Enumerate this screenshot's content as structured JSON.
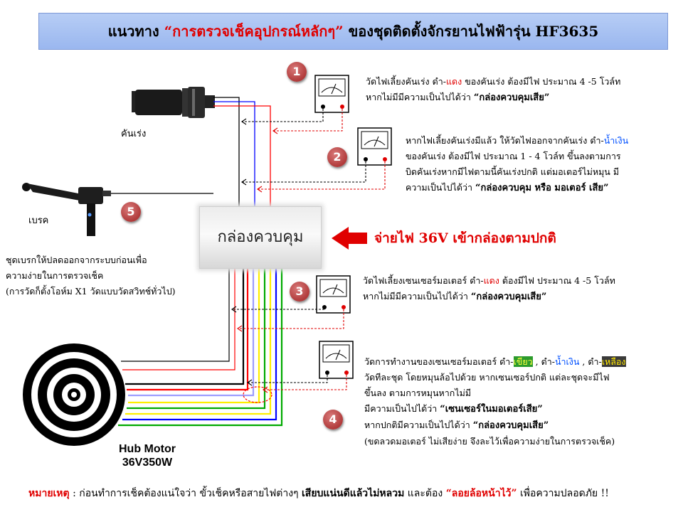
{
  "title": {
    "part1": "แนวทาง ",
    "highlight": "“การตรวจเช็คอุปกรณ์หลักๆ”",
    "part2": " ของชุดติดตั้งจักรยานไฟฟ้ารุ่น HF3635"
  },
  "components": {
    "throttle": "คันเร่ง",
    "brake": "เบรค",
    "controller": "กล่องควบคุม",
    "motor_line1": "Hub Motor",
    "motor_line2": "36V350W"
  },
  "supply_text": "จ่ายไฟ 36V เข้ากล่องตามปกติ",
  "steps": {
    "s1": {
      "num": "1",
      "line1a": "วัดไฟเลี้ยงคันเร่ง  ดำ-",
      "line1b": "แดง",
      "line1c": " ของคันเร่ง ต้องมีไฟ ประมาณ 4 -5 โวล์ท",
      "line2a": "หากไม่มีมีความเป็นไปได้ว่า  ",
      "line2b": "“กล่องควบคุมเสีย”"
    },
    "s2": {
      "num": "2",
      "line1a": "หากไฟเลี้ยงคันเร่งมีแล้ว ให้วัดไฟออกจากคันเร่ง  ดำ-",
      "line1b": "น้ำเงิน",
      "line2": "ของคันเร่ง ต้องมีไฟ ประมาณ 1 - 4 โวล์ท ขึ้นลงตามการ",
      "line3": "บิดคันเร่งหากมีไฟตามนี้คันเร่งปกติ แต่มอเตอร์ไม่หมุน มี",
      "line4a": "ความเป็นไปได้ว่า  ",
      "line4b": "“กล่องควบคุม หรือ มอเตอร์ เสีย”"
    },
    "s3": {
      "num": "3",
      "line1a": "วัดไฟเลี้ยงเซนเซอร์มอเตอร์ ดำ-",
      "line1b": "แดง",
      "line1c": " ต้องมีไฟ ประมาณ 4 -5 โวล์ท",
      "line2a": "หากไม่มีมีความเป็นไปได้ว่า  ",
      "line2b": "“กล่องควบคุมเสีย”"
    },
    "s4": {
      "num": "4",
      "line1a": "วัดการทำงานของเซนเซอร์มอเตอร์ ดำ-",
      "line1b": "เขียว",
      "line1c": " , ดำ-",
      "line1d": "น้ำเงิน",
      "line1e": " , ดำ-",
      "line1f": "เหลือง",
      "line2": "วัดทีละชุด โดยหมุนล้อไปด้วย หากเซนเซอร์ปกติ แต่ละชุดจะมีไฟ",
      "line3": "ขึ้นลง ตามการหมุนหากไม่มี",
      "line4a": "มีความเป็นไปได้ว่า   ",
      "line4b": "“เซนเซอร์ในมอเตอร์เสีย”",
      "line5a": "หากปกติมีความเป็นไปได้ว่า  ",
      "line5b": "“กล่องควบคุมเสีย”",
      "line6": "(ขดลวดมอเตอร์ ไม่เสียง่าย จึงละไว้เพื่อความง่ายในการตรวจเช็ค)"
    },
    "s5": {
      "num": "5",
      "line1": "ชุดเบรกให้ปลดออกจากระบบก่อนเพื่อ",
      "line2": "ความง่ายในการตรวจเช็ค",
      "line3": "(การวัดก็ตั้งโอห์ม X1  วัดแบบวัดสวิทช์ทั่วไป)"
    }
  },
  "note": {
    "label": "หมายเหตุ",
    "text1": " : ก่อนทำการเช็คต้องแน่ใจว่า ขั้วเช็คหรือสายไฟต่างๆ ",
    "emph1": "เสียบแน่นดีแล้วไม่หลวม",
    "text2": " และต้อง ",
    "emph2": "“ลอยล้อหน้าไว้”",
    "text3": "   เพื่อความปลอดภัย !!"
  },
  "colors": {
    "title_bg": "#9ab7ef",
    "highlight_red": "#e00000",
    "badge_red": "#b03a3a",
    "wire_black": "#000000",
    "wire_red": "#ff0000",
    "wire_blue": "#0000ff",
    "wire_green": "#00aa00",
    "wire_yellow": "#ffee00"
  }
}
